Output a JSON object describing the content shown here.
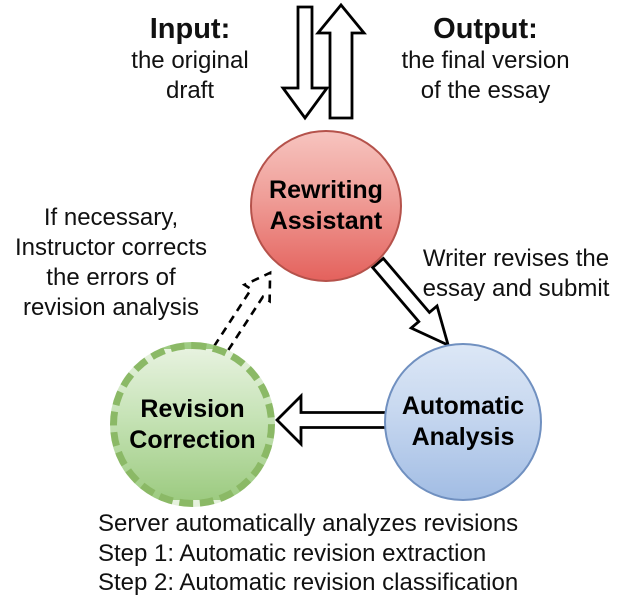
{
  "io": {
    "input": {
      "title": "Input:",
      "lines": [
        "the original",
        "draft"
      ]
    },
    "output": {
      "title": "Output:",
      "lines": [
        "the final version",
        "of the essay"
      ]
    }
  },
  "nodes": {
    "rewriting_assistant": {
      "line1": "Rewriting",
      "line2": "Assistant"
    },
    "automatic_analysis": {
      "line1": "Automatic",
      "line2": "Analysis"
    },
    "revision_correction": {
      "line1": "Revision",
      "line2": "Correction"
    }
  },
  "annotations": {
    "instructor": {
      "lines": [
        "If necessary,",
        "Instructor corrects",
        "the errors of",
        "revision analysis"
      ]
    },
    "writer": {
      "lines": [
        "Writer revises the",
        "essay and submit"
      ]
    },
    "server": {
      "lines": [
        "Server automatically analyzes revisions",
        "Step 1: Automatic revision extraction",
        "Step 2: Automatic revision classification"
      ]
    }
  },
  "arrows": [
    {
      "name": "input-down-arrow",
      "from": "input",
      "to": "rewriting-assistant",
      "style": "solid-outline"
    },
    {
      "name": "output-up-arrow",
      "from": "rewriting-assistant",
      "to": "output",
      "style": "solid-outline"
    },
    {
      "name": "submit-arrow",
      "from": "rewriting-assistant",
      "to": "automatic-analysis",
      "style": "solid-outline"
    },
    {
      "name": "analysis-to-correction-arrow",
      "from": "automatic-analysis",
      "to": "revision-correction",
      "style": "solid-outline"
    },
    {
      "name": "correction-to-assistant-arrow",
      "from": "revision-correction",
      "to": "rewriting-assistant",
      "style": "dashed-outline"
    }
  ],
  "colors": {
    "assistant_fill_top": "#f7c4bf",
    "assistant_fill_bottom": "#e4625d",
    "assistant_border": "#b5524b",
    "analysis_fill_top": "#dce7f6",
    "analysis_fill_bottom": "#a2bde4",
    "analysis_border": "#7090c0",
    "correction_fill_top": "#e7f2df",
    "correction_fill_bottom": "#9dcb81",
    "correction_border": "#8bb966",
    "text": "#111111",
    "arrow_outline": "#000000",
    "background": "#ffffff"
  }
}
